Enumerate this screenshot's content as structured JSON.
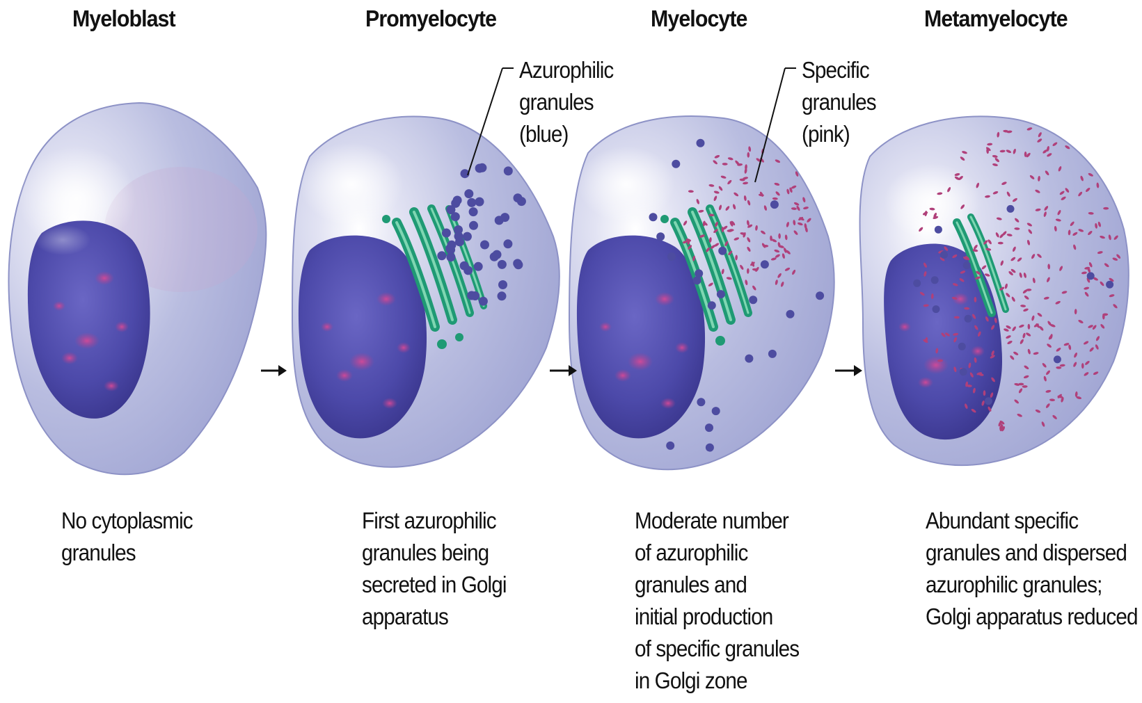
{
  "stages": [
    {
      "title": "Myeloblast",
      "caption": [
        "No cytoplasmic",
        "granules"
      ]
    },
    {
      "title": "Promyelocyte",
      "caption": [
        "First azurophilic",
        "granules being",
        "secreted in Golgi",
        "apparatus"
      ],
      "callout": [
        "Azurophilic",
        "granules",
        "(blue)"
      ]
    },
    {
      "title": "Myelocyte",
      "caption": [
        "Moderate number",
        "of azurophilic",
        "granules and",
        "initial production",
        "of specific granules",
        "in Golgi zone"
      ],
      "callout": [
        "Specific",
        "granules",
        "(pink)"
      ]
    },
    {
      "title": "Metamyelocyte",
      "caption": [
        "Abundant specific",
        "granules and dispersed",
        "azurophilic granules;",
        "Golgi apparatus reduced"
      ]
    }
  ],
  "colors": {
    "cytoplasm": "#b4b8de",
    "nucleus": "#4a4aa8",
    "chromatin": "#c0408e",
    "golgi": "#1f9a74",
    "azurophilic_granule": "#4d4ca0",
    "specific_granule": "#b0407a",
    "text": "#111111"
  }
}
